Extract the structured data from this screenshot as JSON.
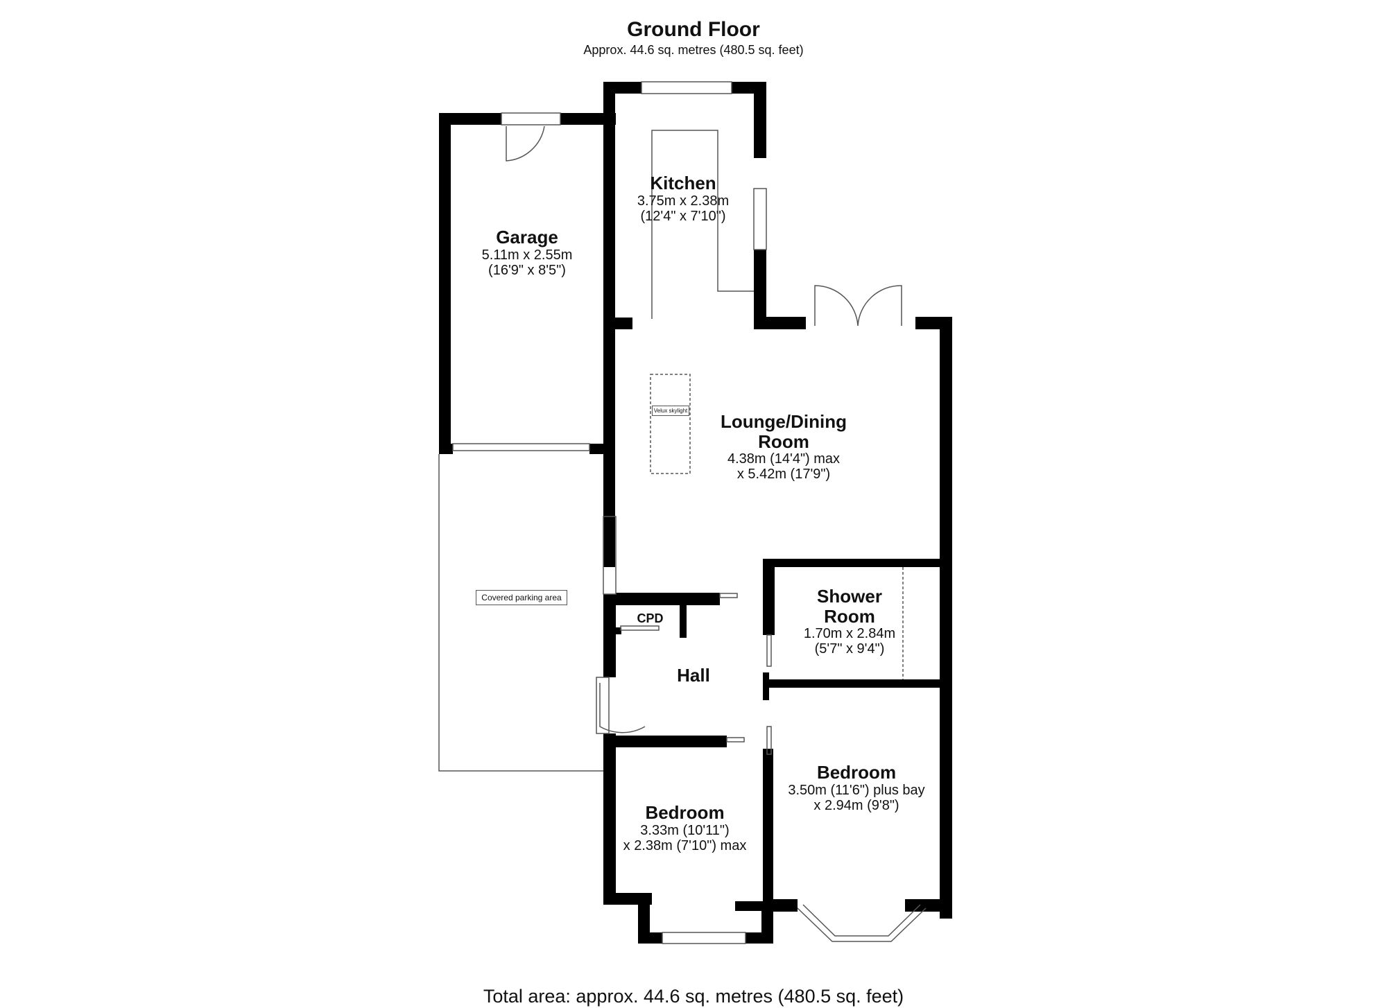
{
  "header": {
    "title": "Ground Floor",
    "subtitle": "Approx. 44.6 sq. metres (480.5 sq. feet)"
  },
  "rooms": {
    "garage": {
      "name": "Garage",
      "dim1": "5.11m x 2.55m",
      "dim2": "(16'9\" x 8'5\")"
    },
    "kitchen": {
      "name": "Kitchen",
      "dim1": "3.75m x 2.38m",
      "dim2": "(12'4\" x 7'10\")"
    },
    "lounge": {
      "name1": "Lounge/Dining",
      "name2": "Room",
      "dim1": "4.38m (14'4\") max",
      "dim2": "x 5.42m (17'9\")"
    },
    "shower": {
      "name1": "Shower",
      "name2": "Room",
      "dim1": "1.70m x 2.84m",
      "dim2": "(5'7\" x 9'4\")"
    },
    "cpd": {
      "name": "CPD"
    },
    "hall": {
      "name": "Hall"
    },
    "bedroom_left": {
      "name": "Bedroom",
      "dim1": "3.33m (10'11\")",
      "dim2": "x 2.38m (7'10\") max"
    },
    "bedroom_right": {
      "name": "Bedroom",
      "dim1": "3.50m (11'6\") plus bay",
      "dim2": "x 2.94m (9'8\")"
    }
  },
  "annotations": {
    "skylight": "Velux skylight",
    "parking": "Covered parking area"
  },
  "footer": {
    "total": "Total area: approx. 44.6 sq. metres (480.5 sq. feet)"
  },
  "colors": {
    "wall": "#000000",
    "line": "#555555",
    "background": "#ffffff"
  }
}
